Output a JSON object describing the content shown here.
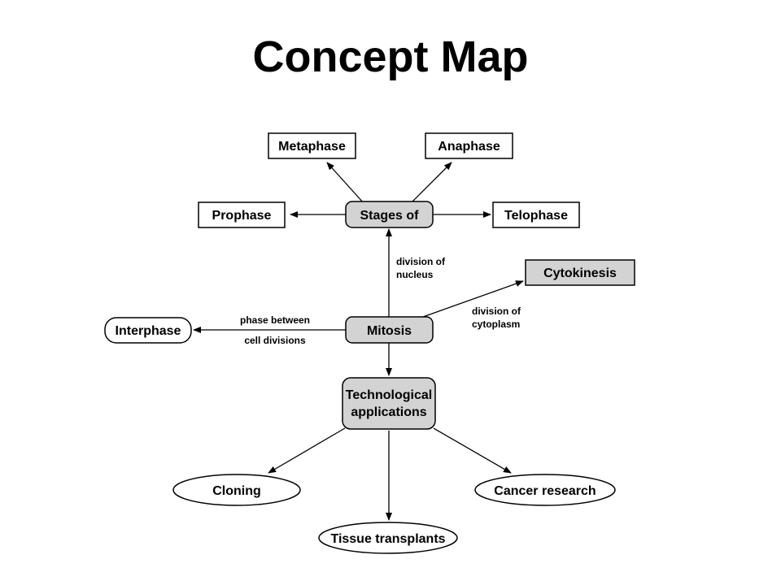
{
  "title": "Concept Map",
  "colors": {
    "node_fill_gray": "#d3d3d3",
    "node_fill_white": "#ffffff",
    "stroke": "#000000"
  },
  "nodes": {
    "metaphase": "Metaphase",
    "anaphase": "Anaphase",
    "prophase": "Prophase",
    "stages_of": "Stages of",
    "telophase": "Telophase",
    "cytokinesis": "Cytokinesis",
    "interphase": "Interphase",
    "mitosis": "Mitosis",
    "tech_line1": "Technological",
    "tech_line2": "applications",
    "cloning": "Cloning",
    "cancer_research": "Cancer research",
    "tissue_transplants": "Tissue transplants"
  },
  "edge_labels": {
    "division_of_nucleus_1": "division of",
    "division_of_nucleus_2": "nucleus",
    "division_of_cytoplasm_1": "division of",
    "division_of_cytoplasm_2": "cytoplasm",
    "phase_between_1": "phase between",
    "phase_between_2": "cell divisions"
  }
}
